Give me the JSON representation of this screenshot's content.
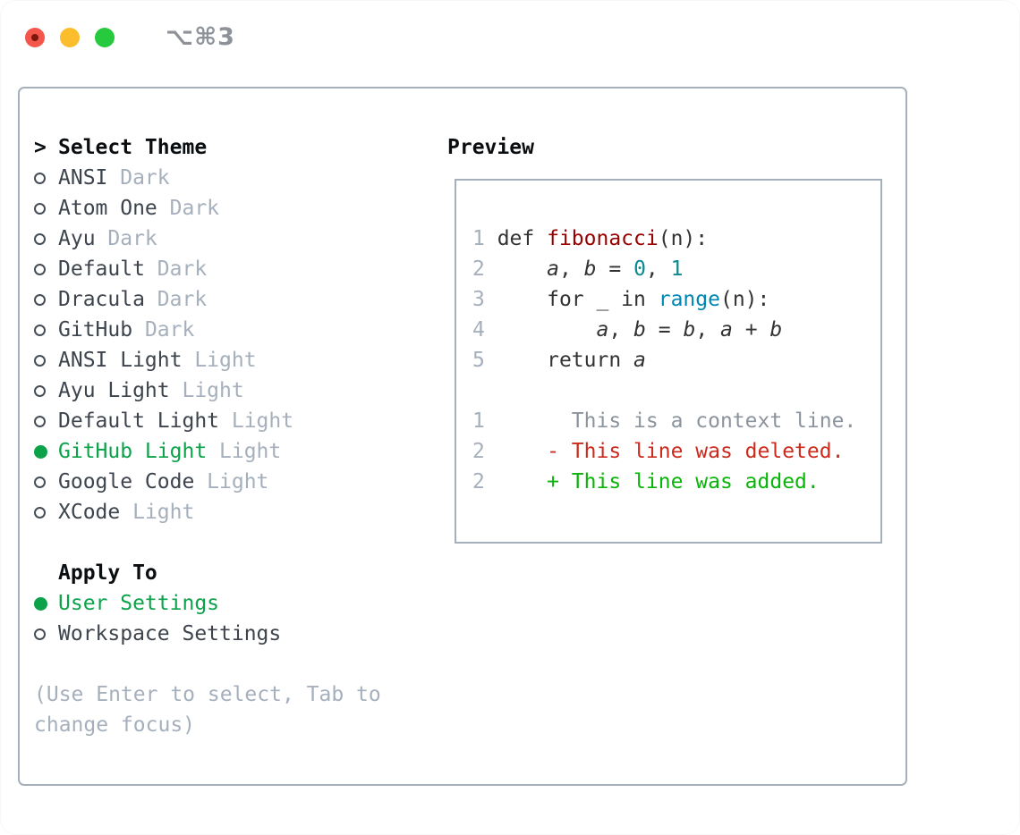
{
  "window": {
    "title": "⌥⌘3"
  },
  "picker": {
    "prompt": ">",
    "title": "Select Theme",
    "themes": [
      {
        "name": "ANSI",
        "variant": "Dark",
        "selected": false
      },
      {
        "name": "Atom One",
        "variant": "Dark",
        "selected": false
      },
      {
        "name": "Ayu",
        "variant": "Dark",
        "selected": false
      },
      {
        "name": "Default",
        "variant": "Dark",
        "selected": false
      },
      {
        "name": "Dracula",
        "variant": "Dark",
        "selected": false
      },
      {
        "name": "GitHub",
        "variant": "Dark",
        "selected": false
      },
      {
        "name": "ANSI Light",
        "variant": "Light",
        "selected": false
      },
      {
        "name": "Ayu Light",
        "variant": "Light",
        "selected": false
      },
      {
        "name": "Default Light",
        "variant": "Light",
        "selected": false
      },
      {
        "name": "GitHub Light",
        "variant": "Light",
        "selected": true
      },
      {
        "name": "Google Code",
        "variant": "Light",
        "selected": false
      },
      {
        "name": "XCode",
        "variant": "Light",
        "selected": false
      }
    ],
    "apply_title": "Apply To",
    "apply_options": [
      {
        "label": "User Settings",
        "selected": true
      },
      {
        "label": "Workspace Settings",
        "selected": false
      }
    ],
    "hint": "(Use Enter to select, Tab to change focus)"
  },
  "preview": {
    "title": "Preview",
    "lines": [
      {
        "num": "1",
        "segments": [
          {
            "t": "def ",
            "c": "kw"
          },
          {
            "t": "fibonacci",
            "c": "title"
          },
          {
            "t": "(n):",
            "c": "fg"
          }
        ]
      },
      {
        "num": "2",
        "segments": [
          {
            "t": "    ",
            "c": "fg"
          },
          {
            "t": "a",
            "c": "var"
          },
          {
            "t": ", ",
            "c": "fg"
          },
          {
            "t": "b",
            "c": "var"
          },
          {
            "t": " = ",
            "c": "fg"
          },
          {
            "t": "0",
            "c": "num"
          },
          {
            "t": ", ",
            "c": "fg"
          },
          {
            "t": "1",
            "c": "num"
          }
        ]
      },
      {
        "num": "3",
        "segments": [
          {
            "t": "    for _ in ",
            "c": "fg"
          },
          {
            "t": "range",
            "c": "builtin"
          },
          {
            "t": "(n):",
            "c": "fg"
          }
        ]
      },
      {
        "num": "4",
        "segments": [
          {
            "t": "        ",
            "c": "fg"
          },
          {
            "t": "a",
            "c": "var"
          },
          {
            "t": ", ",
            "c": "fg"
          },
          {
            "t": "b",
            "c": "var"
          },
          {
            "t": " = ",
            "c": "fg"
          },
          {
            "t": "b",
            "c": "var"
          },
          {
            "t": ", ",
            "c": "fg"
          },
          {
            "t": "a",
            "c": "var"
          },
          {
            "t": " + ",
            "c": "fg"
          },
          {
            "t": "b",
            "c": "var"
          }
        ]
      },
      {
        "num": "5",
        "segments": [
          {
            "t": "    return ",
            "c": "fg"
          },
          {
            "t": "a",
            "c": "var"
          }
        ]
      },
      {
        "blank": true
      },
      {
        "num": "1",
        "segments": [
          {
            "t": "      This is a context line.",
            "c": "context"
          }
        ]
      },
      {
        "num": "2",
        "segments": [
          {
            "t": "    - This line was deleted.",
            "c": "deleted"
          }
        ]
      },
      {
        "num": "2",
        "segments": [
          {
            "t": "    + This line was added.",
            "c": "added"
          }
        ]
      }
    ]
  },
  "colors": {
    "accent-green": "#0ca24a",
    "added-green": "#09b509",
    "deleted-red": "#cb2a1d",
    "syntax-title": "#990000",
    "syntax-number": "#0b8a8f",
    "syntax-builtin": "#0086b3",
    "code-fg": "#333333",
    "muted": "#a6b0bc",
    "line-number": "#a6b0bc",
    "context-gray": "#8b949e",
    "list-fg": "#3d444d",
    "header-fg": "#0b0e11",
    "border": "#a6b0bc",
    "traffic-red": "#f4564b",
    "traffic-yellow": "#fbbd2c",
    "traffic-green": "#27c93f",
    "title-gray": "#8d9298"
  }
}
